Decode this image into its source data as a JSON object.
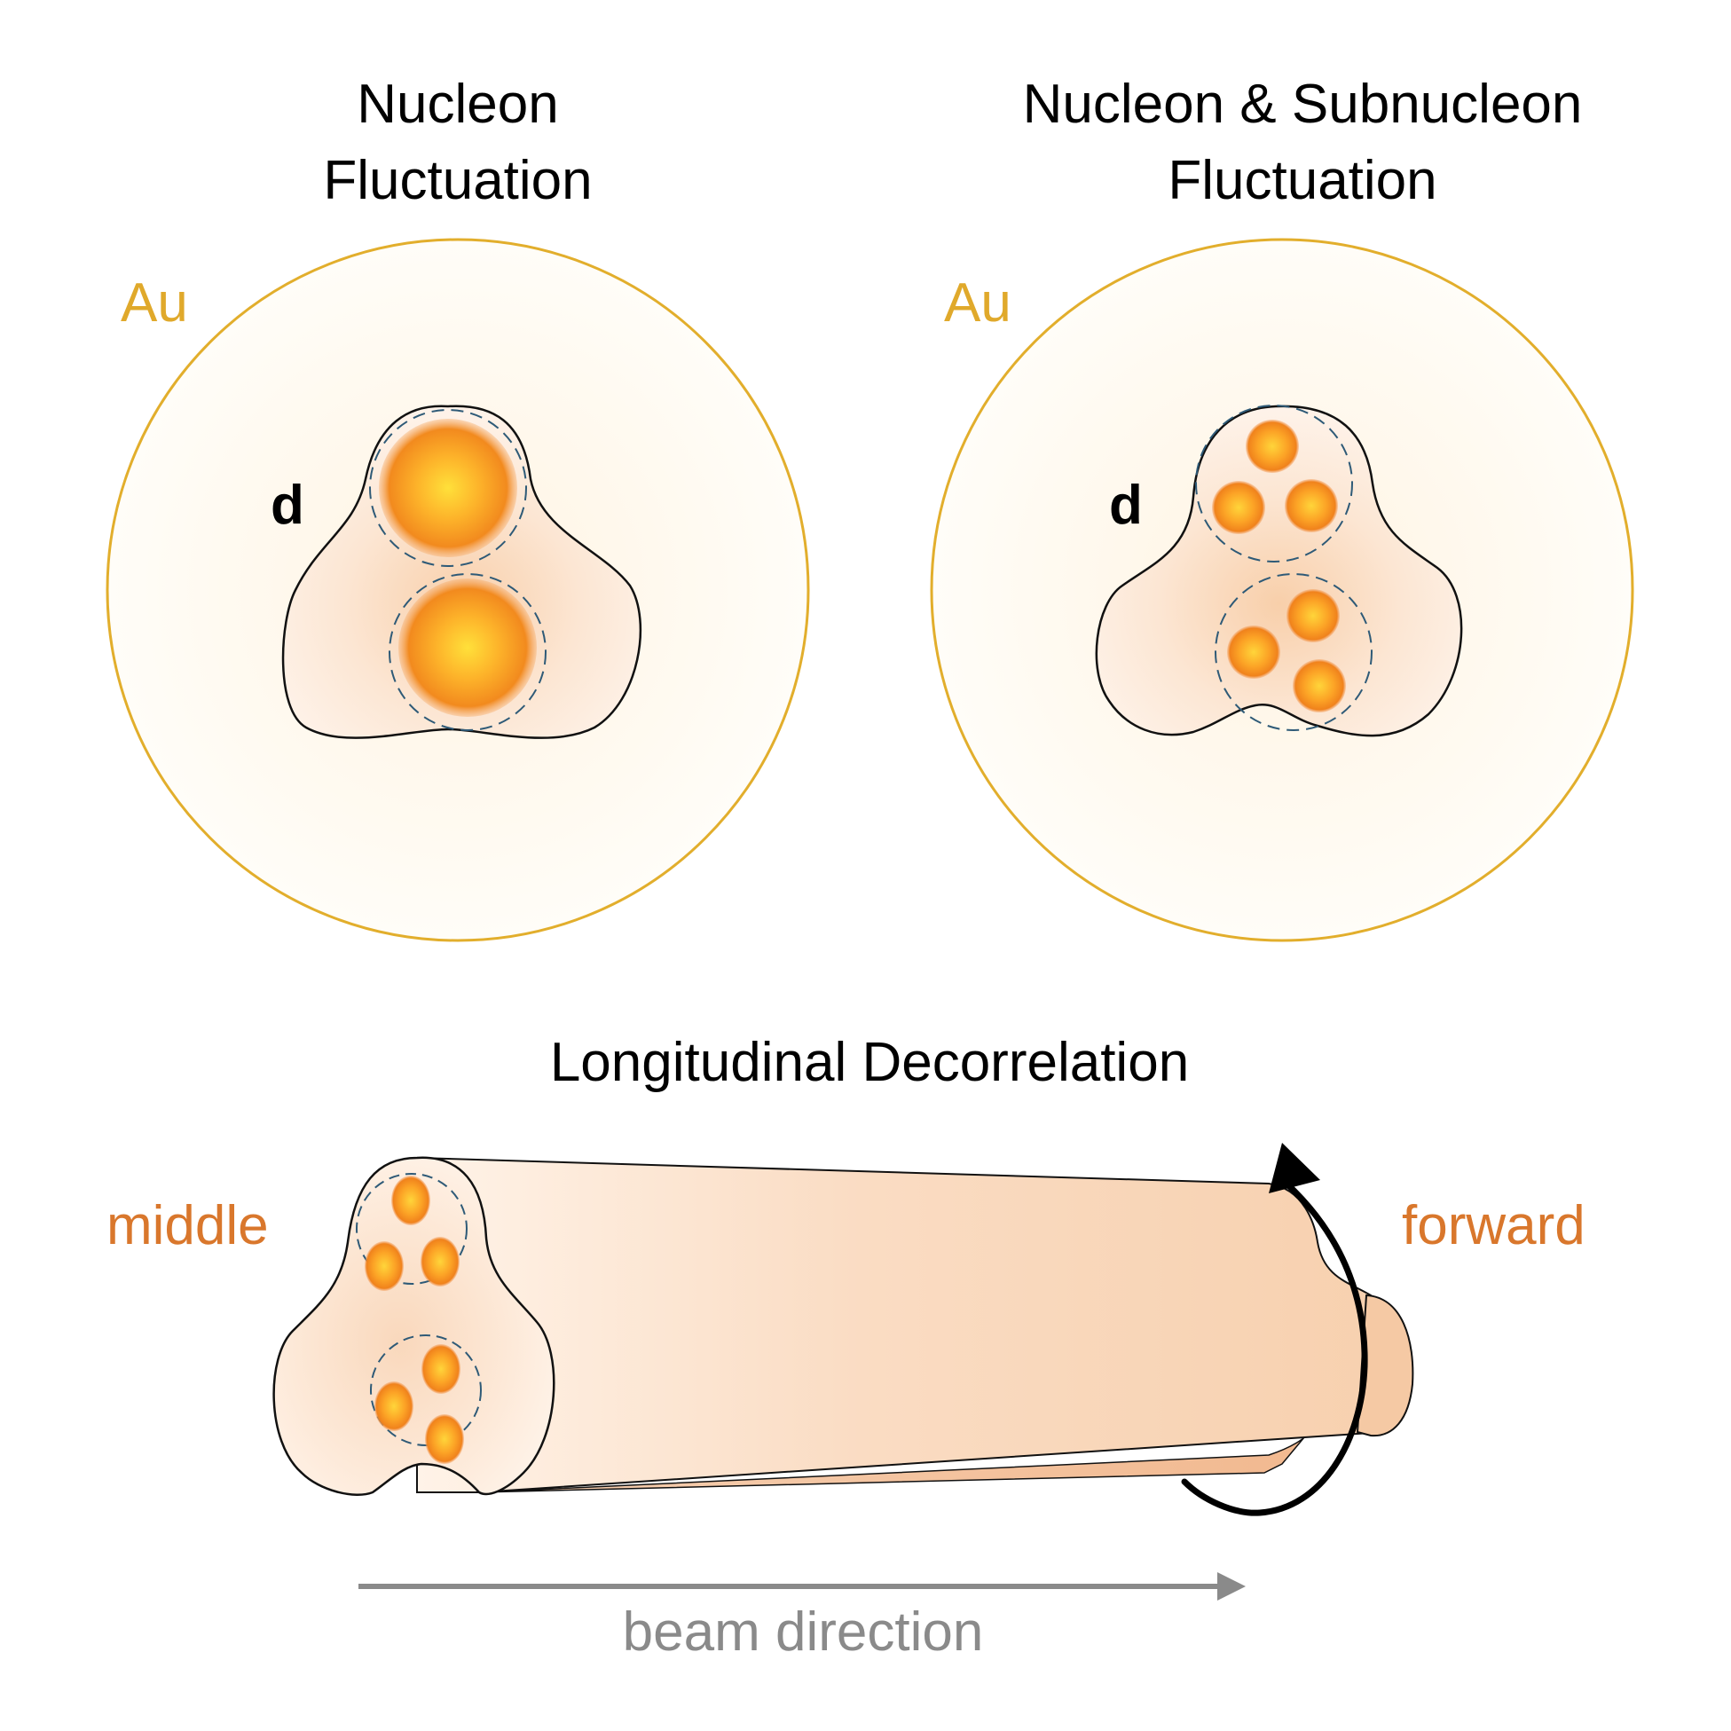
{
  "panels": {
    "left": {
      "title_line1": "Nucleon",
      "title_line2": "Fluctuation",
      "nucleus_label": "Au",
      "projectile_label": "d"
    },
    "right": {
      "title_line1": "Nucleon & Subnucleon",
      "title_line2": "Fluctuation",
      "nucleus_label": "Au",
      "projectile_label": "d"
    },
    "bottom": {
      "title": "Longitudinal Decorrelation",
      "left_label": "middle",
      "right_label": "forward",
      "axis_label": "beam direction"
    }
  },
  "colors": {
    "au_ring": "#E2AE2C",
    "au_text": "#E0A92B",
    "side_text": "#D9772C",
    "hotspot_core": "#FFD23A",
    "hotspot_edge": "#F08A1C",
    "deuteron_fill": "#FBE3CF",
    "tube_fill": "#F8D4B6",
    "dash": "#2E5A77",
    "beam_arrow": "#8A8A8A"
  },
  "icons": [
    "rotation-arrow-icon",
    "beam-direction-arrow-icon"
  ]
}
